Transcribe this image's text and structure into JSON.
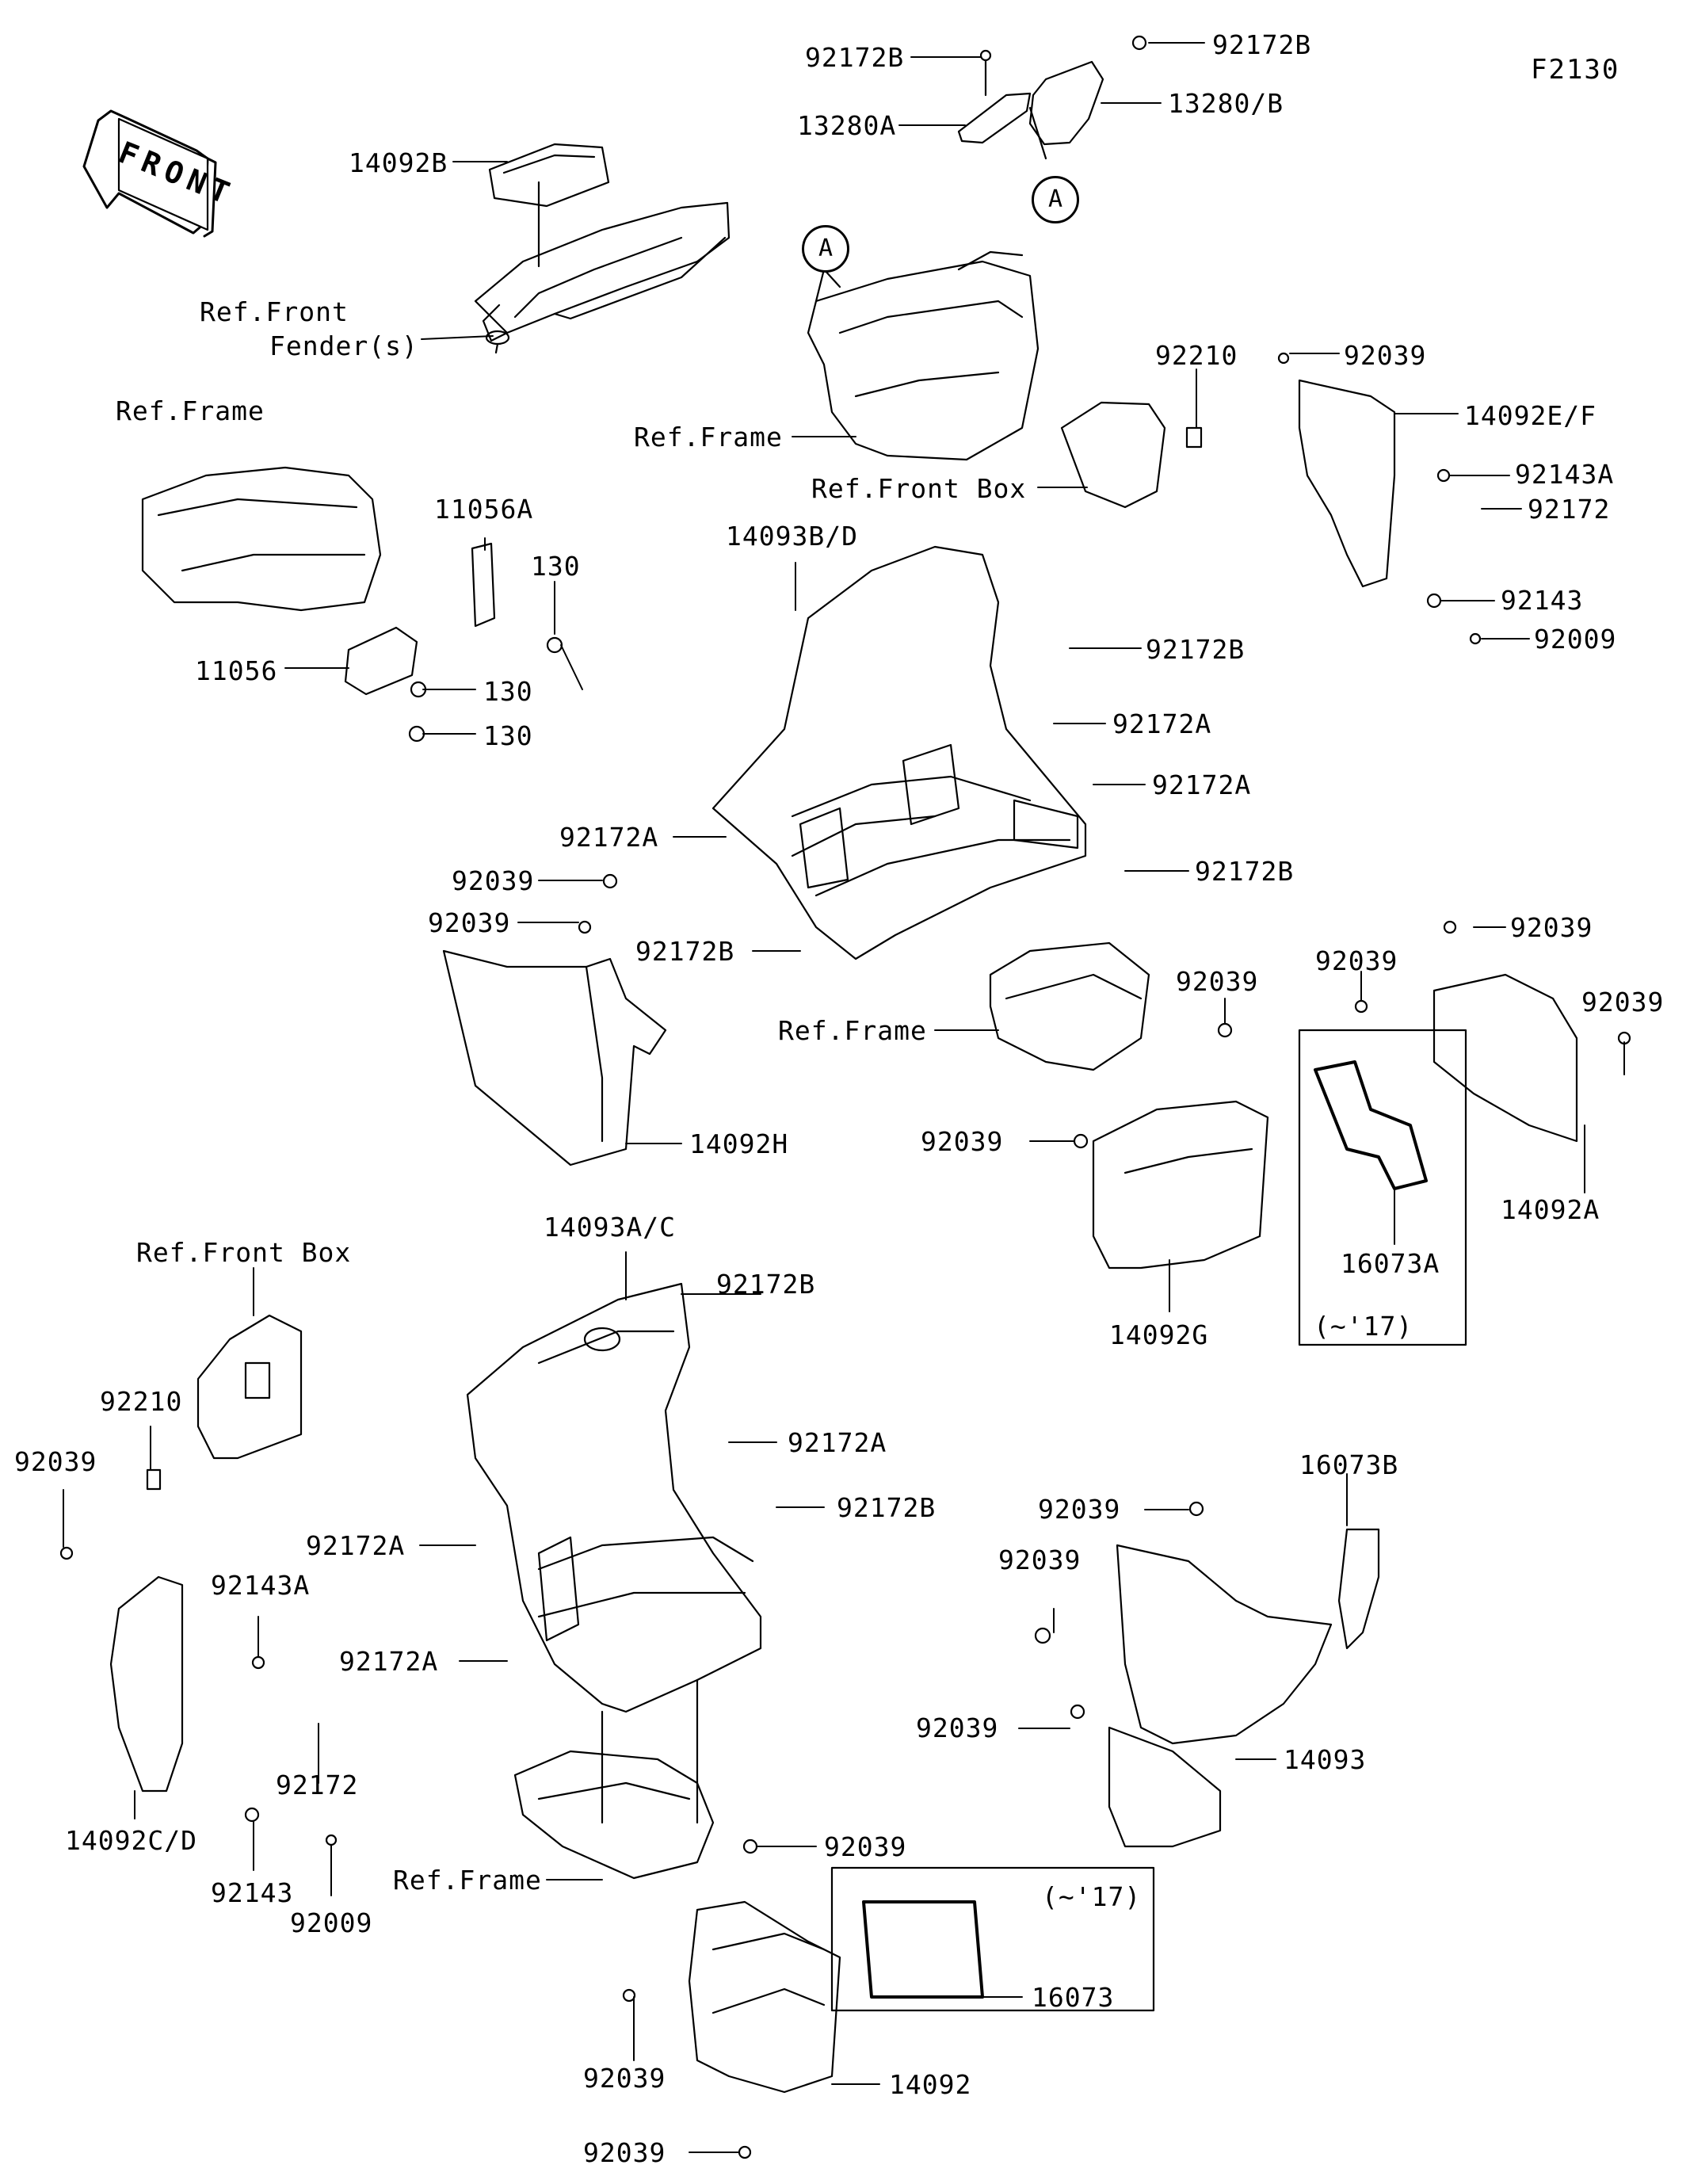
{
  "figure_code": "F2130",
  "front_arrow": {
    "label": "FRONT"
  },
  "ref_labels": {
    "front_fender": [
      "Ref.Front",
      "Fender(s)"
    ],
    "frame_top_left": "Ref.Frame",
    "frame_top_mid": "Ref.Frame",
    "front_box_top": "Ref.Front Box",
    "frame_mid": "Ref.Frame",
    "front_box_left": "Ref.Front Box",
    "frame_bottom": "Ref.Frame"
  },
  "callouts": {
    "a1": "A",
    "a2": "A"
  },
  "variant_notes": {
    "upper": "(~'17)",
    "lower": "(~'17)"
  },
  "parts": {
    "p_92172B_tl": "92172B",
    "p_92172B_tr": "92172B",
    "p_13280A": "13280A",
    "p_13280_B": "13280/B",
    "p_14092B": "14092B",
    "p_92210_top": "92210",
    "p_92039_top": "92039",
    "p_14092E_F": "14092E/F",
    "p_92143A_top": "92143A",
    "p_92172_top": "92172",
    "p_92143_top": "92143",
    "p_92009_top": "92009",
    "p_11056A": "11056A",
    "p_130_a": "130",
    "p_130_b": "130",
    "p_130_c": "130",
    "p_11056": "11056",
    "p_14093B_D": "14093B/D",
    "p_92172B_m1": "92172B",
    "p_92172A_m1": "92172A",
    "p_92172A_m2": "92172A",
    "p_92172A_m3": "92172A",
    "p_92172B_m2": "92172B",
    "p_92172B_m3": "92172B",
    "p_92039_h1": "92039",
    "p_92039_h2": "92039",
    "p_14092H": "14092H",
    "p_92039_r1": "92039",
    "p_92039_r2": "92039",
    "p_92039_r3": "92039",
    "p_92039_g1": "92039",
    "p_92039_g2": "92039",
    "p_14092A": "14092A",
    "p_16073A": "16073A",
    "p_14092G": "14092G",
    "p_14093A_C": "14093A/C",
    "p_92172B_l1": "92172B",
    "p_92172A_l1": "92172A",
    "p_92172B_l2": "92172B",
    "p_92172A_l2": "92172A",
    "p_92172A_l3": "92172A",
    "p_92210_left": "92210",
    "p_92039_left": "92039",
    "p_92143A_left": "92143A",
    "p_92172_left": "92172",
    "p_14092C_D": "14092C/D",
    "p_92143_left": "92143",
    "p_92009_left": "92009",
    "p_16073B": "16073B",
    "p_92039_b1": "92039",
    "p_92039_b2": "92039",
    "p_92039_b3": "92039",
    "p_14093": "14093",
    "p_92039_b4": "92039",
    "p_16073": "16073",
    "p_92039_b5": "92039",
    "p_14092": "14092",
    "p_92039_b6": "92039"
  }
}
